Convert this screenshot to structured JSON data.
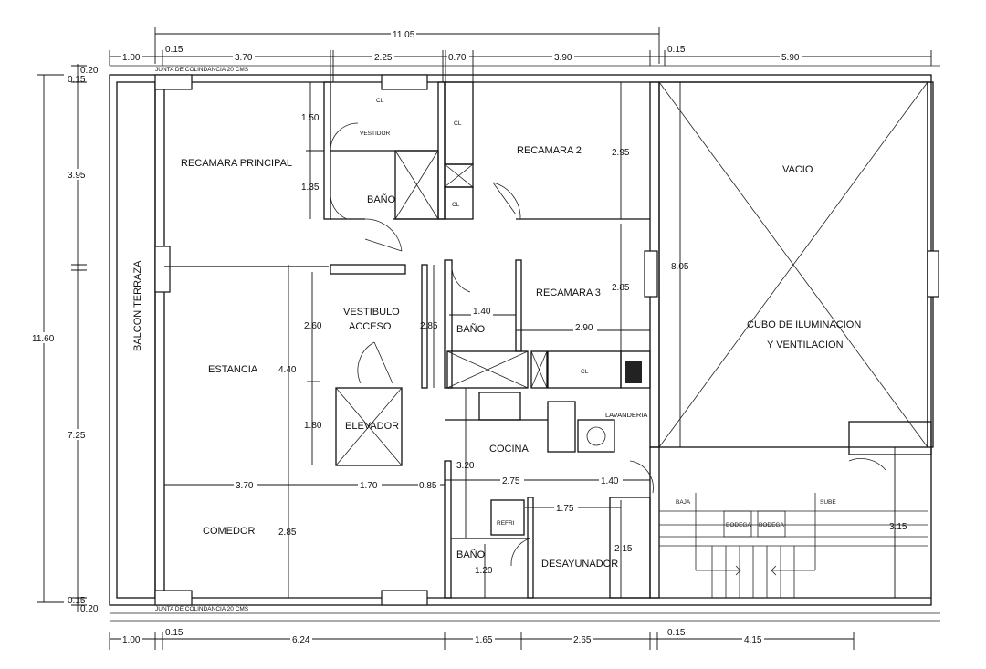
{
  "title": "Planta arquitectonica departamento",
  "notes": {
    "junta_top": "JUNTA DE COLINDANCIA 20 CMS",
    "junta_bottom": "JUNTA DE COLINDANCIA 20 CMS"
  },
  "rooms": {
    "recamara_principal": "RECAMARA PRINCIPAL",
    "vestidor": "VESTIDOR",
    "bano_principal": "BAÑO",
    "cl1": "CL",
    "cl2": "CL",
    "cl3": "CL",
    "cl4": "CL",
    "recamara2": "RECAMARA 2",
    "recamara3": "RECAMARA 3",
    "bano2": "BAÑO",
    "vacio": "VACIO",
    "cubo_1": "CUBO DE ILUMINACION",
    "cubo_2": "Y VENTILACION",
    "balcon": "BALCON TERRAZA",
    "vestibulo_1": "VESTIBULO",
    "vestibulo_2": "ACCESO",
    "estancia": "ESTANCIA",
    "elevador": "ELEVADOR",
    "cocina": "COCINA",
    "lavanderia": "LAVANDERIA",
    "comedor": "COMEDOR",
    "refri": "REFRI",
    "bano3": "BAÑO",
    "desayunador": "DESAYUNADOR",
    "baja": "BAJA",
    "sube": "SUBE",
    "bodega1": "BODEGA",
    "bodega2": "BODEGA"
  },
  "dims": {
    "overall_top": "11.05",
    "top": [
      "1.00",
      "0.15",
      "3.70",
      "2.25",
      "0.70",
      "3.90",
      "0.15",
      "5.90"
    ],
    "bottom": [
      "1.00",
      "0.15",
      "6.24",
      "1.65",
      "2.65",
      "0.15",
      "4.15"
    ],
    "overall_left": "11.60",
    "left": [
      "0.20",
      "0.15",
      "3.95",
      "7.25",
      "0.15",
      "0.20"
    ],
    "interior": {
      "closet_h": "1.50",
      "bath_h": "1.35",
      "rec2_h": "2.95",
      "rec3_h": "2.85",
      "rec3_w": "2.90",
      "bath2_w": "1.40",
      "vest_h": "2.60",
      "bath2_h": "2.85",
      "estancia_h": "4.40",
      "elev_h": "1.80",
      "vacio_h": "8.05",
      "comedor_w": "3.70",
      "vest_w": "1.70",
      "gap_w": "0.85",
      "cocina_h": "3.20",
      "cocina_w": "2.75",
      "cocina_w2": "1.40",
      "comedor_h": "2.85",
      "desay_w": "1.75",
      "desay_h": "2.15",
      "bath3_h": "1.20",
      "stair_h": "3.15"
    }
  }
}
